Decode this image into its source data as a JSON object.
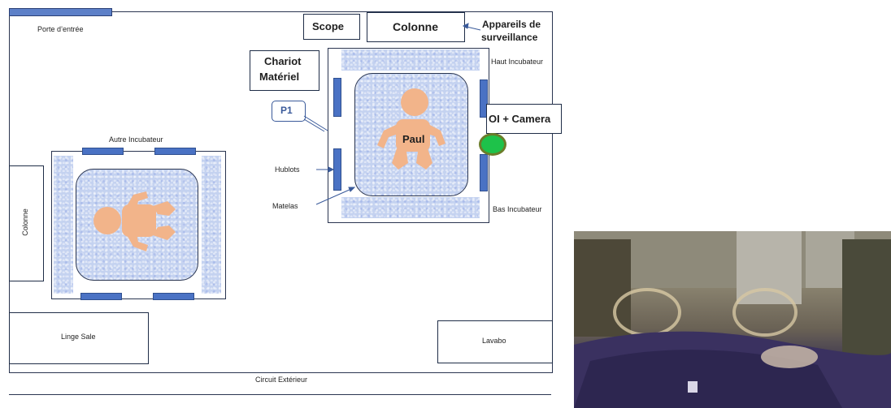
{
  "room": {
    "entrance_label": "Porte d’entrée",
    "exterior_label": "Circuit Extérieur",
    "dirty_linen_label": "Linge Sale",
    "sink_label": "Lavabo",
    "column_left_label": "Colonne"
  },
  "top_devices": {
    "scope_label": "Scope",
    "column_label": "Colonne",
    "monitors_label_line1": "Appareils de",
    "monitors_label_line2": "surveillance"
  },
  "equipment": {
    "cart_line1": "Chariot",
    "cart_line2": "Matériel",
    "p1_label": "P1",
    "oi_camera_label": "OI + Camera"
  },
  "incubator_main": {
    "top_label": "Haut Incubateur",
    "bottom_label": "Bas Incubateur",
    "portholes_label": "Hublots",
    "mattress_label": "Matelas",
    "baby_name": "Paul"
  },
  "incubator_other": {
    "label": "Autre Incubateur"
  },
  "colors": {
    "porthole": "#4a72c4",
    "baby": "#f2b48a",
    "camera_dot": "#1ec24a",
    "camera_ring": "#6b7d2a",
    "mattress": "#c4d2f0"
  }
}
